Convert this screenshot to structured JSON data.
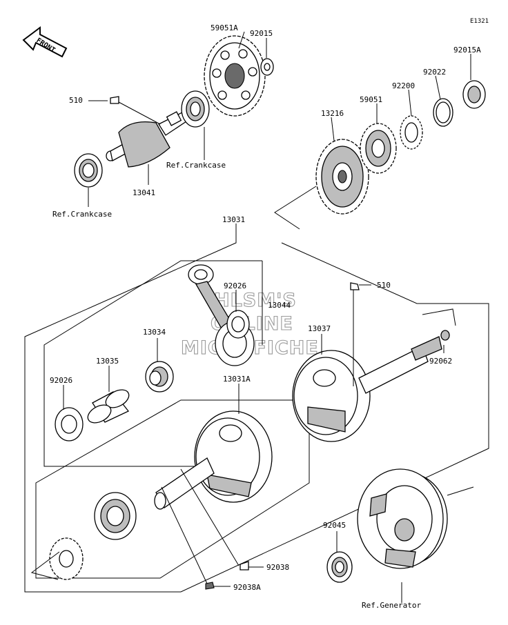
{
  "diagram_code": "E1321",
  "front_marker": "FRONT",
  "watermark": [
    "HLSM'S",
    "ONLINE",
    "MICROFICHE"
  ],
  "parts": {
    "p59051A": "59051A",
    "p92015": "92015",
    "p92015A": "92015A",
    "p92022": "92022",
    "p92200": "92200",
    "p59051": "59051",
    "p13216": "13216",
    "p510_top": "510",
    "ref_crankcase_1": "Ref.Crankcase",
    "ref_crankcase_2": "Ref.Crankcase",
    "p13041": "13041",
    "p13031": "13031",
    "p92026_a": "92026",
    "p13044": "13044",
    "p510_mid": "510",
    "p13037": "13037",
    "p13034": "13034",
    "p13035": "13035",
    "p92062": "92062",
    "p92026_b": "92026",
    "p13031A": "13031A",
    "p92045": "92045",
    "p92038": "92038",
    "p92038A": "92038A",
    "ref_generator": "Ref.Generator"
  }
}
